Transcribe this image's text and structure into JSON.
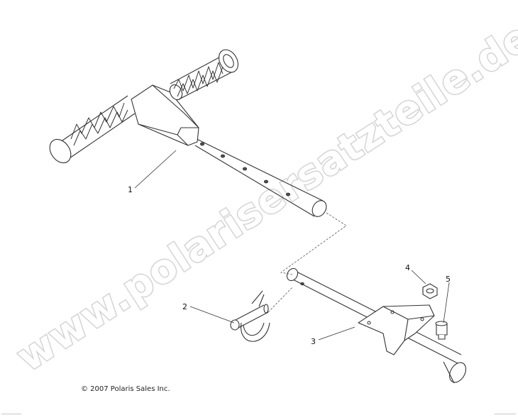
{
  "diagram": {
    "callouts": [
      {
        "id": "1",
        "label": "1"
      },
      {
        "id": "2",
        "label": "2"
      },
      {
        "id": "3",
        "label": "3"
      },
      {
        "id": "4",
        "label": "4"
      },
      {
        "id": "5",
        "label": "5"
      }
    ],
    "copyright": "© 2007 Polaris Sales Inc.",
    "watermark": "www.polarisersatzteile.de"
  }
}
